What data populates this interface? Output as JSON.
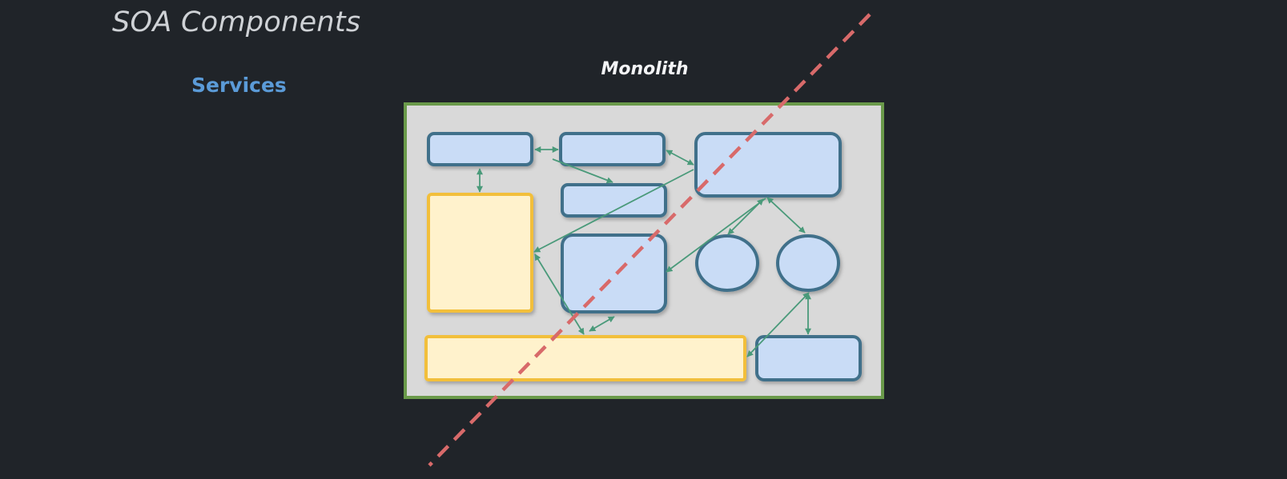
{
  "slide": {
    "title": "SOA Components",
    "section_label": "Services"
  },
  "diagram": {
    "title": "Monolith",
    "colors": {
      "background": "#202429",
      "container_fill": "#d9d9d9",
      "container_border": "#6a9a4a",
      "service_fill": "#c9dcf6",
      "service_border": "#3f6f8a",
      "data_fill": "#fff2cc",
      "data_border": "#f2bf3a",
      "arrow": "#4a9a7a",
      "split_line": "#d86a6a"
    }
  }
}
